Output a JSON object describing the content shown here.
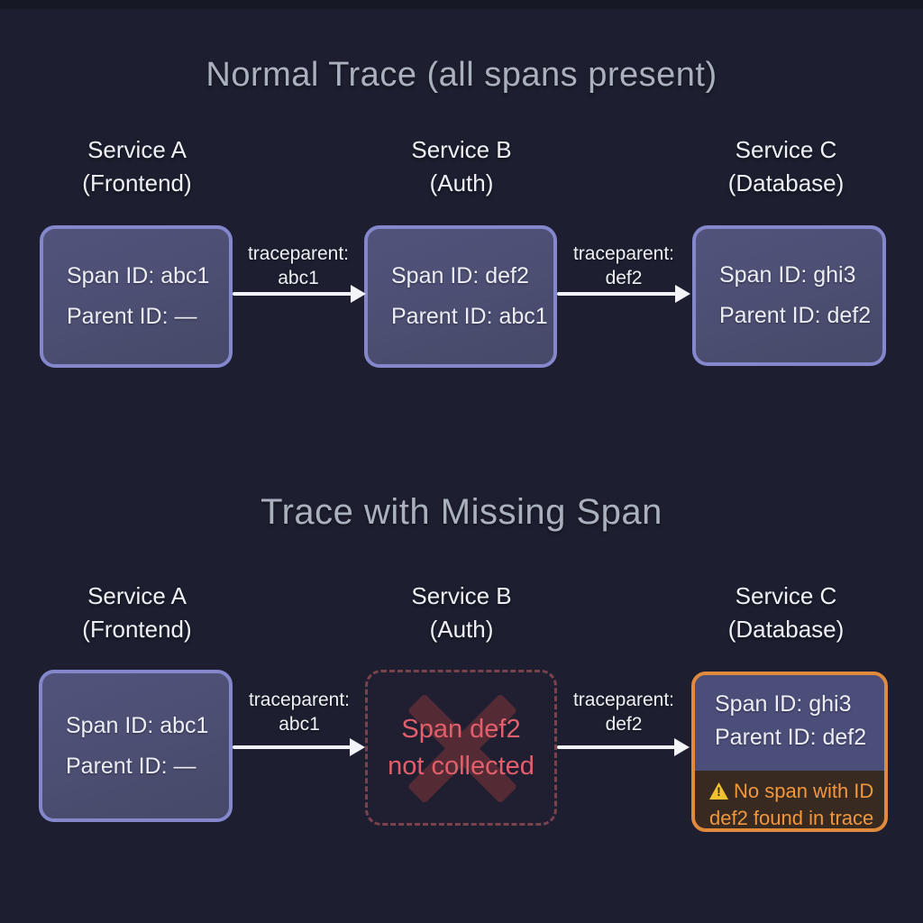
{
  "colors": {
    "background": "#1d1f30",
    "box_fill": "#4a4c72",
    "box_border": "#8487cb",
    "arrow": "#f3f4f7",
    "title_text": "#aab0bd",
    "missing_border": "#7a434c",
    "missing_text": "#e25f6b",
    "missing_x": "#542b35",
    "alert_border": "#e08a3e",
    "alert_text": "#f0973f",
    "alert_bg": "#382a21",
    "warning_triangle": "#f2c22e"
  },
  "icons": {
    "warning": "triangle-exclamation"
  },
  "section_normal": {
    "title": "Normal Trace (all spans present)",
    "services": [
      {
        "name": "Service A",
        "sub": "(Frontend)"
      },
      {
        "name": "Service B",
        "sub": "(Auth)"
      },
      {
        "name": "Service C",
        "sub": "(Database)"
      }
    ],
    "spans": [
      {
        "span_id": "Span ID: abc1",
        "parent_id": "Parent ID: —"
      },
      {
        "span_id": "Span ID: def2",
        "parent_id": "Parent ID: abc1"
      },
      {
        "span_id": "Span ID: ghi3",
        "parent_id": "Parent ID: def2"
      }
    ],
    "arrows": [
      {
        "label_line1": "traceparent:",
        "label_line2": "abc1"
      },
      {
        "label_line1": "traceparent:",
        "label_line2": "def2"
      }
    ]
  },
  "section_missing": {
    "title": "Trace with Missing Span",
    "services": [
      {
        "name": "Service A",
        "sub": "(Frontend)"
      },
      {
        "name": "Service B",
        "sub": "(Auth)"
      },
      {
        "name": "Service C",
        "sub": "(Database)"
      }
    ],
    "span_a": {
      "span_id": "Span ID: abc1",
      "parent_id": "Parent ID: —"
    },
    "missing": {
      "line1": "Span def2",
      "line2": "not collected"
    },
    "span_c": {
      "span_id": "Span ID: ghi3",
      "parent_id": "Parent ID: def2",
      "warning_line1": "No span with ID",
      "warning_line2": "def2 found in trace"
    },
    "arrows": [
      {
        "label_line1": "traceparent:",
        "label_line2": "abc1"
      },
      {
        "label_line1": "traceparent:",
        "label_line2": "def2"
      }
    ]
  }
}
